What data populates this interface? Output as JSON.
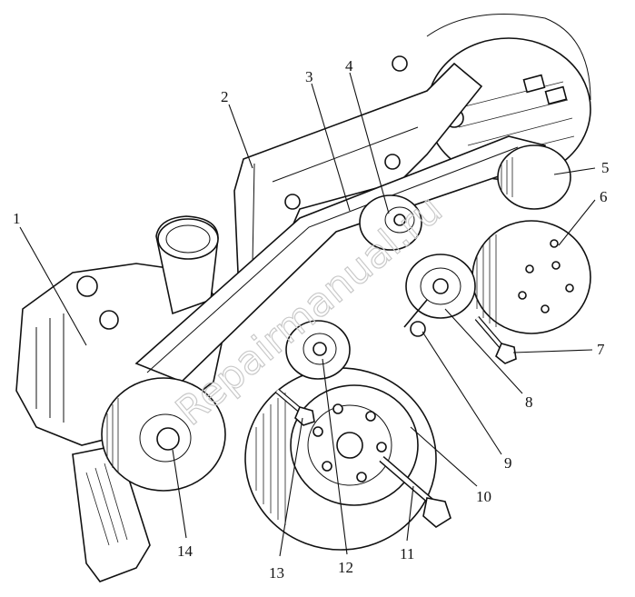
{
  "figure": {
    "watermark": "Repairmanual.ru",
    "callouts": [
      {
        "id": "1",
        "label": "1"
      },
      {
        "id": "2",
        "label": "2"
      },
      {
        "id": "3",
        "label": "3"
      },
      {
        "id": "4",
        "label": "4"
      },
      {
        "id": "5",
        "label": "5"
      },
      {
        "id": "6",
        "label": "6"
      },
      {
        "id": "7",
        "label": "7"
      },
      {
        "id": "8",
        "label": "8"
      },
      {
        "id": "9",
        "label": "9"
      },
      {
        "id": "10",
        "label": "10"
      },
      {
        "id": "11",
        "label": "11"
      },
      {
        "id": "12",
        "label": "12"
      },
      {
        "id": "13",
        "label": "13"
      },
      {
        "id": "14",
        "label": "14"
      }
    ]
  }
}
